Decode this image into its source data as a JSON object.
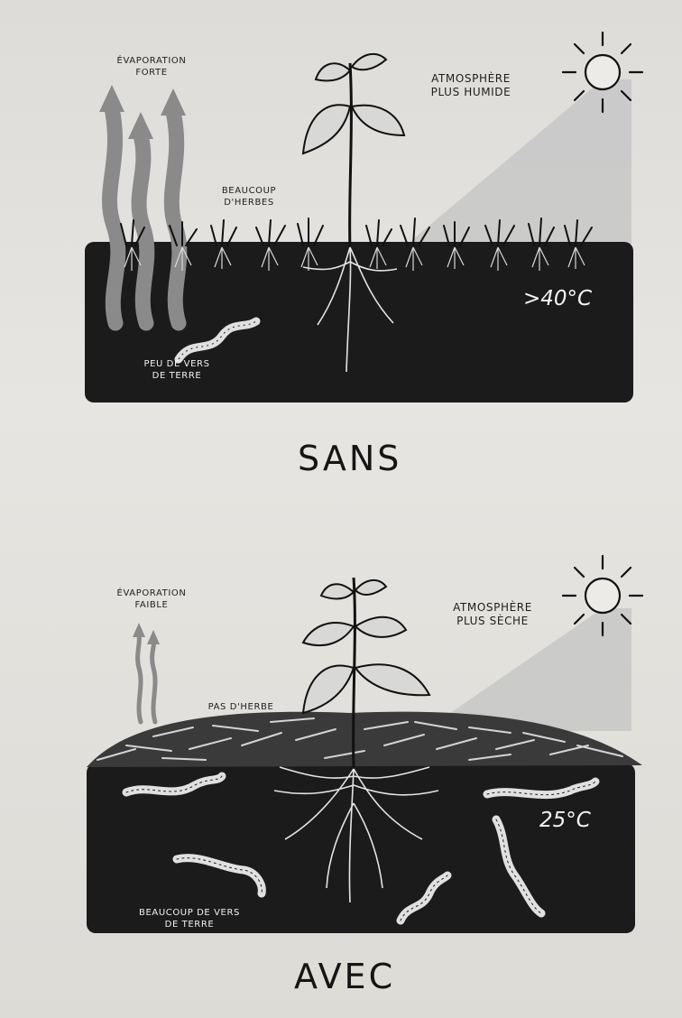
{
  "colors": {
    "soil": "#1b1b1b",
    "arrow": "#8a8a8a",
    "sun_ray": "#c9c9c9",
    "page": "#e2e1dd"
  },
  "icons": [
    "sun-icon",
    "evaporation-arrow",
    "plant",
    "earthworm",
    "grass-tuft",
    "mulch"
  ],
  "top_panel": {
    "evaporation": "ÉVAPORATION\nFORTE",
    "atmosphere": "ATMOSPHÈRE\nPLUS HUMIDE",
    "grass": "BEAUCOUP\nD'HERBES",
    "temperature": ">40°C",
    "worms": "PEU DE VERS\nDE TERRE",
    "title": "SANS"
  },
  "bottom_panel": {
    "evaporation": "ÉVAPORATION\nFAIBLE",
    "atmosphere": "ATMOSPHÈRE\nPLUS SÈCHE",
    "grass": "PAS D'HERBE",
    "temperature": "25°C",
    "worms": "BEAUCOUP DE VERS\nDE TERRE",
    "title": "AVEC"
  }
}
